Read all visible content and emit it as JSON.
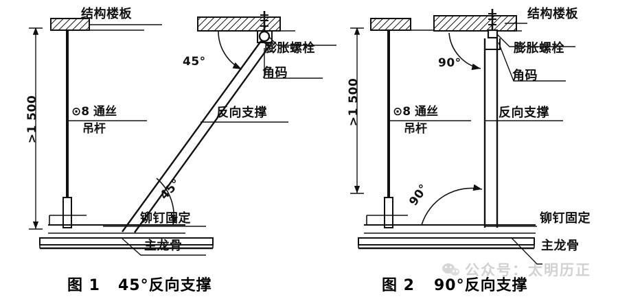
{
  "figure": {
    "kind": "engineering-detail-drawing",
    "subject": "吊顶反向支撑节点做法",
    "background_color": "#ffffff",
    "line_color": "#111111"
  },
  "fig1": {
    "caption_no": "图 1",
    "caption_title": "45°反向支撑",
    "angle_top": "45°",
    "angle_bottom": "45°",
    "labels": {
      "slab": "结构楼板",
      "anchor_bolt": "膨胀螺栓",
      "angle_bracket": "角码",
      "brace": "反向支撑",
      "rivet": "铆钉固定",
      "main_keel": "主龙骨",
      "hanger_line1": "⊙8 通丝",
      "hanger_line2": "吊杆"
    },
    "dimension": ">1 500"
  },
  "fig2": {
    "caption_no": "图 2",
    "caption_title": "90°反向支撑",
    "angle_top": "90°",
    "angle_bottom": "90°",
    "labels": {
      "slab": "结构楼板",
      "anchor_bolt": "膨胀螺栓",
      "angle_bracket": "角码",
      "brace": "反向支撑",
      "rivet": "铆钉固定",
      "main_keel": "主龙骨",
      "hanger_line1": "⊙8 通丝",
      "hanger_line2": "吊杆"
    },
    "dimension": ">1 500"
  },
  "watermark": {
    "text": "公众号：太明历正",
    "logo": "wechat-icon",
    "color": "#8d8d8d"
  }
}
